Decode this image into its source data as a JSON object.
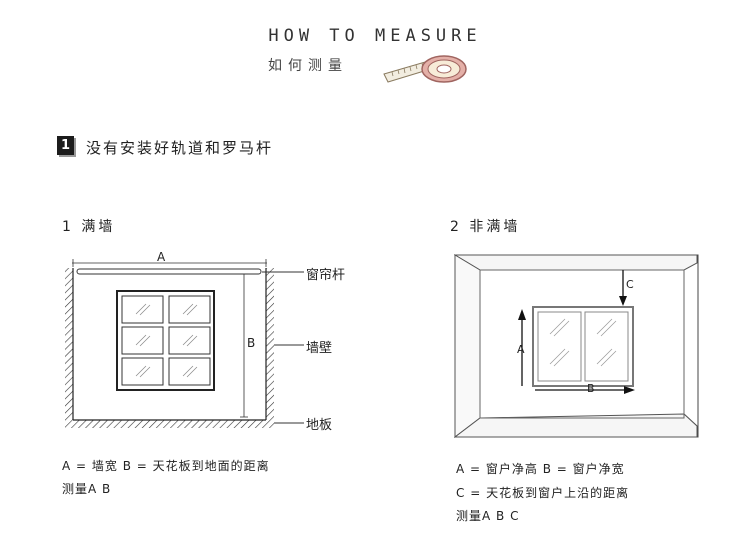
{
  "header": {
    "title_en": "HOW TO MEASURE",
    "title_cn": "如何测量",
    "tape_icon": "measuring-tape-icon"
  },
  "section": {
    "number": "1",
    "title": "没有安装好轨道和罗马杆"
  },
  "left_panel": {
    "heading": "1   满墙",
    "label_a": "A",
    "label_b": "B",
    "callout_rod": "窗帘杆",
    "callout_wall": "墙壁",
    "callout_floor": "地板",
    "note_line1": "A = 墙宽    B = 天花板到地面的距离",
    "note_line2": "测量A B"
  },
  "right_panel": {
    "heading": "2   非满墙",
    "label_a": "A",
    "label_b": "B",
    "label_c": "C",
    "note_line1": "A = 窗户净高  B = 窗户净宽",
    "note_line2": "C = 天花板到窗户上沿的距离",
    "note_line3": "测量A B C"
  }
}
